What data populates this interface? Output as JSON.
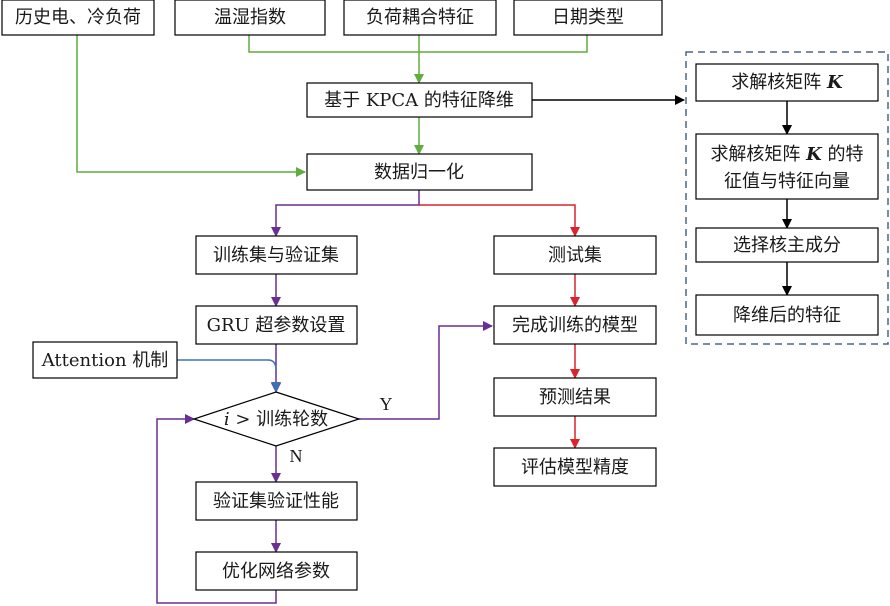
{
  "colors": {
    "green": "#5fae3f",
    "purple": "#6a2d93",
    "red": "#d9232e",
    "blue": "#3a73b5",
    "black": "#000000",
    "dash_box": "#4a6688"
  },
  "nodes": {
    "history_load": "历史电、冷负荷",
    "temp_humidity": "温湿指数",
    "load_coupling": "负荷耦合特征",
    "date_type": "日期类型",
    "kpca": "基于 KPCA 的特征降维",
    "normalize": "数据归一化",
    "train_val_set": "训练集与验证集",
    "test_set": "测试集",
    "gru_params": "GRU 超参数设置",
    "attention": "Attention 机制",
    "epoch_check_i": "i",
    "epoch_check_rest": " > 训练轮数",
    "validate": "验证集验证性能",
    "optimize": "优化网络参数",
    "trained_model": "完成训练的模型",
    "predict": "预测结果",
    "evaluate": "评估模型精度",
    "kernel_matrix_pre": "求解核矩阵 ",
    "kernel_matrix_k": "K",
    "eig_line1_pre": "求解核矩阵 ",
    "eig_line1_k": "K",
    "eig_line1_post": " 的特",
    "eig_line2": "征值与特征向量",
    "select_components": "选择核主成分",
    "reduced_features": "降维后的特征"
  },
  "edge_labels": {
    "yes": "Y",
    "no": "N"
  }
}
